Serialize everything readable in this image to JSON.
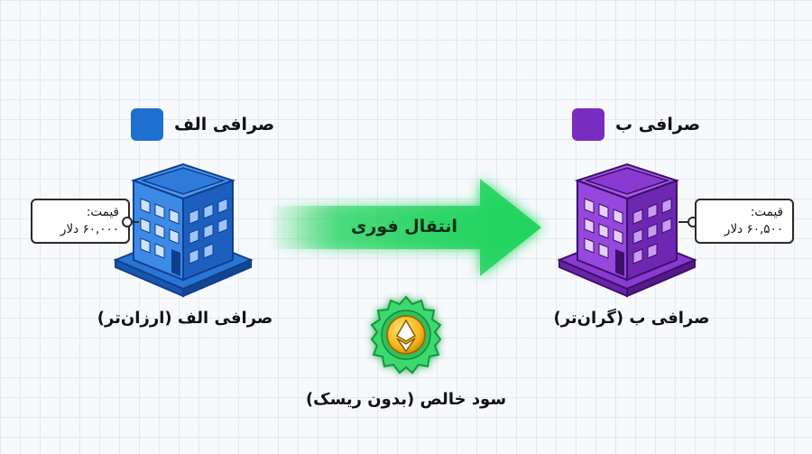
{
  "exchange_a": {
    "header": "صرافی الف",
    "caption": "صرافی الف (ارزان‌تر)",
    "price_label": "قیمت:",
    "price_value": "۶۰,۰۰۰ دلار",
    "color": "#1f6fd1"
  },
  "exchange_b": {
    "header": "صرافی ب",
    "caption": "صرافی ب (گران‌تر)",
    "price_label": "قیمت:",
    "price_value": "۶۰,۵۰۰ دلار",
    "color": "#7a2cc0"
  },
  "transfer": {
    "label": "انتقال فوری",
    "color": "#22d35f"
  },
  "profit": {
    "caption": "سود خالص (بدون ریسک)",
    "icon": "ethereum-coin-icon"
  }
}
